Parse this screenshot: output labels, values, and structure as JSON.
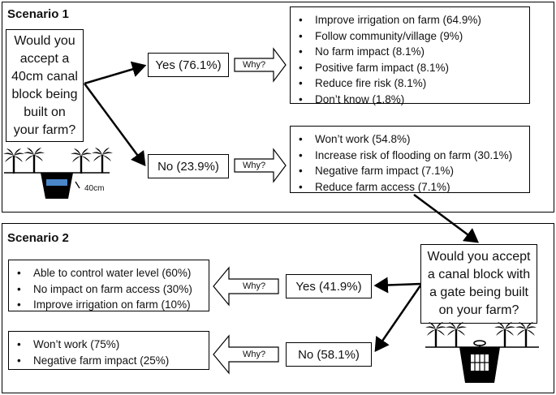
{
  "scenario1": {
    "title": "Scenario 1",
    "question": "Would you accept a 40cm canal block being built on your farm?",
    "yes_label": "Yes (76.1%)",
    "no_label": "No (23.9%)",
    "why_label": "Why?",
    "yes_reasons": [
      "Improve irrigation on farm (64.9%)",
      "Follow community/village (9%)",
      "No farm impact (8.1%)",
      "Positive farm impact (8.1%)",
      "Reduce fire risk (8.1%)",
      "Don’t know (1.8%)"
    ],
    "no_reasons": [
      "Won’t work (54.8%)",
      "Increase risk of flooding on farm (30.1%)",
      "Negative farm impact (7.1%)",
      "Reduce farm access (7.1%)"
    ],
    "dimension_label": "40cm"
  },
  "scenario2": {
    "title": "Scenario 2",
    "question": "Would you accept a canal block with a gate being built on your farm?",
    "yes_label": "Yes (41.9%)",
    "no_label": "No (58.1%)",
    "why_label": "Why?",
    "yes_reasons": [
      "Able to control water level (60%)",
      "No impact on farm access (30%)",
      "Improve irrigation on farm (10%)"
    ],
    "no_reasons": [
      "Won’t work (75%)",
      "Negative farm impact (25%)"
    ]
  },
  "colors": {
    "line": "#000000",
    "water": "#4a86c8",
    "background": "#ffffff"
  }
}
